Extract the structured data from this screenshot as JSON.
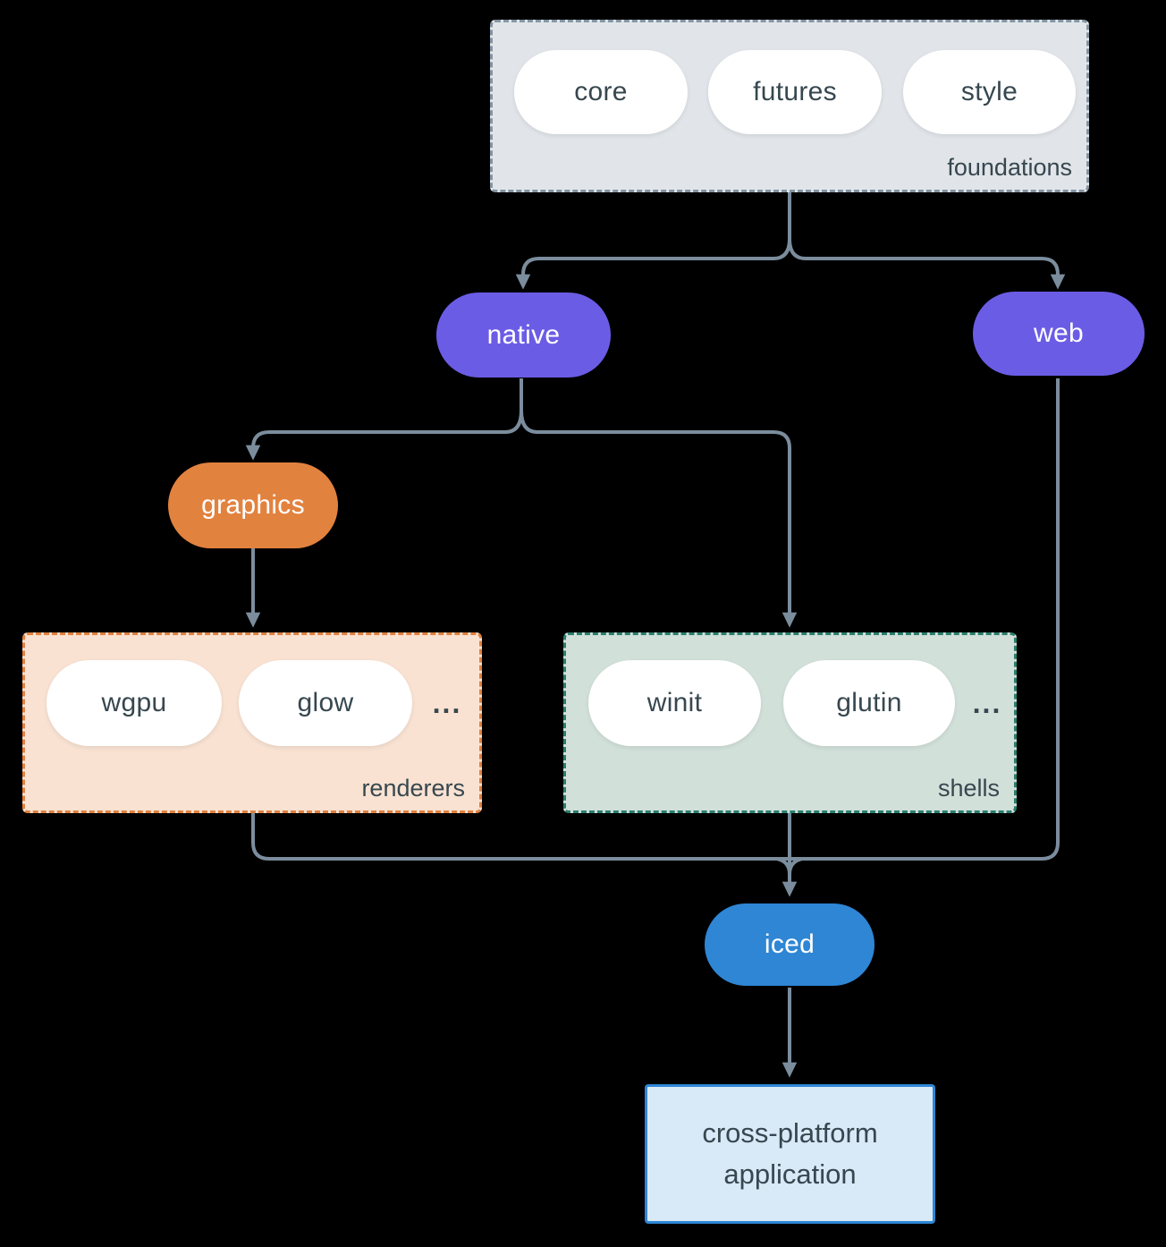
{
  "colors": {
    "background": "#000000",
    "line": "#7b8d9d",
    "dark_text": "#37474f",
    "pill_white": "#ffffff",
    "purple": "#6b5ce5",
    "orange": "#e2823f",
    "blue": "#2e86d5",
    "foundations_fill": "#e1e5e9",
    "foundations_border": "#8494a3",
    "renderers_fill": "#f9e2d2",
    "renderers_border": "#e0813f",
    "shells_fill": "#d2e0da",
    "shells_border": "#2a7f6e",
    "app_fill": "#d8e9f8",
    "app_border": "#2e86d5",
    "light_text": "#ffffff"
  },
  "diagram": {
    "foundations": {
      "label": "foundations",
      "pills": [
        "core",
        "futures",
        "style"
      ]
    },
    "native": {
      "label": "native"
    },
    "web": {
      "label": "web"
    },
    "graphics": {
      "label": "graphics"
    },
    "renderers": {
      "label": "renderers",
      "pills": [
        "wgpu",
        "glow"
      ],
      "ellipsis": "..."
    },
    "shells": {
      "label": "shells",
      "pills": [
        "winit",
        "glutin"
      ],
      "ellipsis": "..."
    },
    "iced": {
      "label": "iced"
    },
    "application": {
      "lines": [
        "cross-platform",
        "application"
      ]
    }
  }
}
